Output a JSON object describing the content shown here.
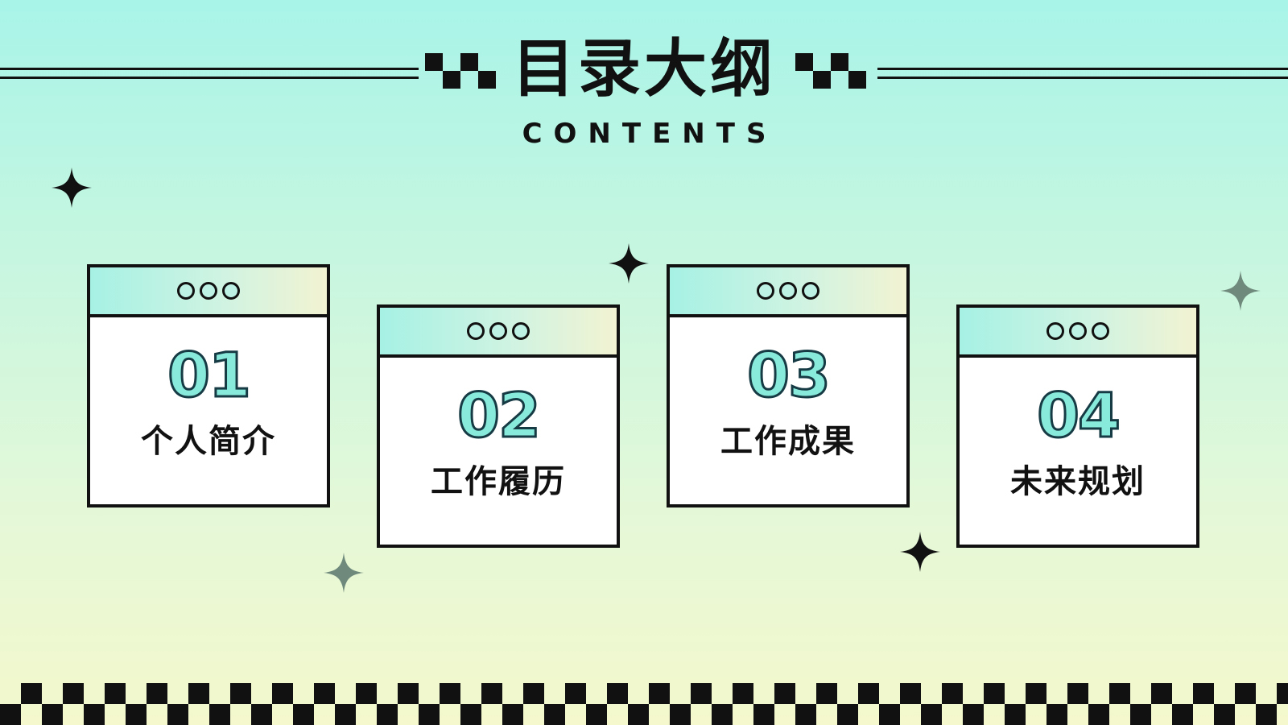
{
  "header": {
    "title": "目录大纲",
    "subtitle": "CONTENTS"
  },
  "cards": [
    {
      "number": "01",
      "label": "个人简介"
    },
    {
      "number": "02",
      "label": "工作履历"
    },
    {
      "number": "03",
      "label": "工作成果"
    },
    {
      "number": "04",
      "label": "未来规划"
    }
  ],
  "colors": {
    "background_top": "#a8f4e8",
    "background_bottom": "#f4f8cc",
    "accent_teal": "#88eadb",
    "ink": "#111111",
    "sparkle_gray": "#6f8a7c"
  }
}
